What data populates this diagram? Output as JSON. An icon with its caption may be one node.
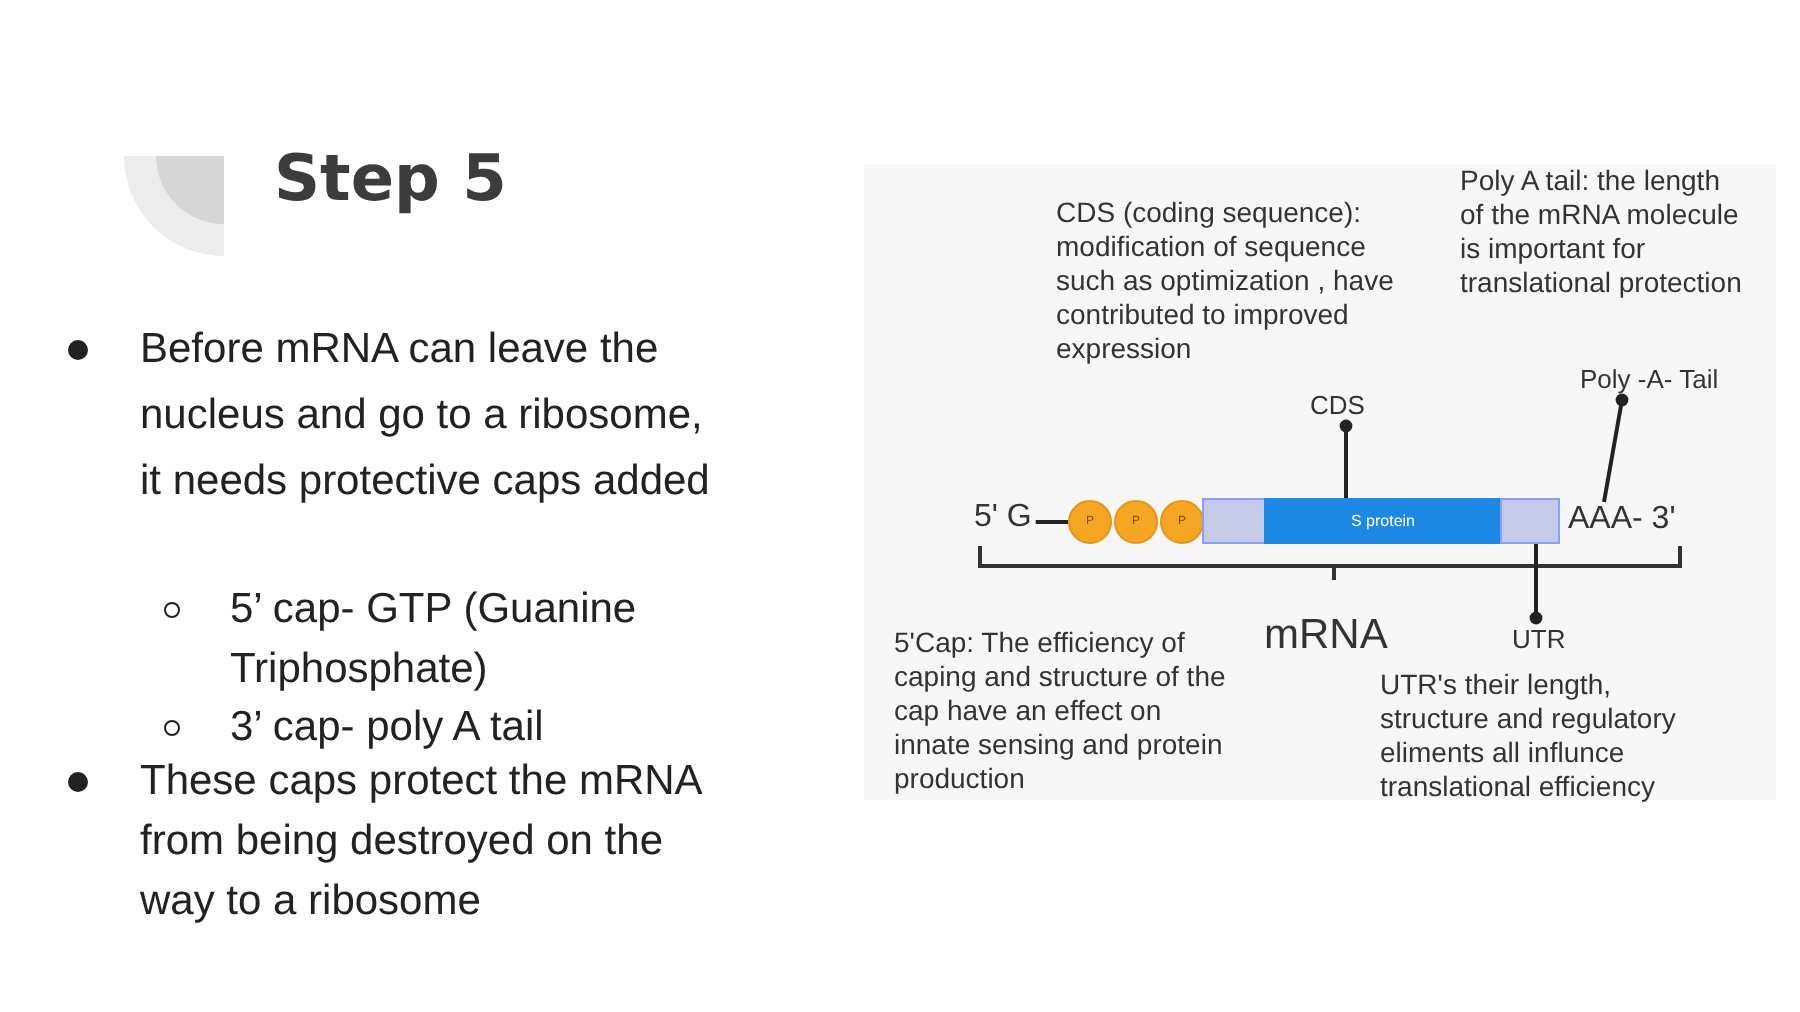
{
  "diagram": {
    "title": "Step 5",
    "nodes": [
      {
        "text": [
          "CDS"
        ]
      },
      {
        "text": [
          "Poly -A- Tail"
        ]
      },
      {
        "text": [
          "5' G"
        ]
      },
      {
        "text": [
          "P"
        ]
      },
      {
        "text": [
          "P"
        ]
      },
      {
        "text": [
          "P"
        ]
      },
      {
        "text": [],
        "shape": "box"
      },
      {
        "text": [
          "S protein"
        ]
      },
      {
        "text": [],
        "shape": "box"
      },
      {
        "text": [
          "AAA- 3'"
        ]
      },
      {
        "text": [
          "UTR"
        ]
      }
    ],
    "edges": [
      {
        "from": 0,
        "to": 7,
        "arrow": "other"
      },
      {
        "from": 1,
        "to": 9,
        "arrow": "other"
      },
      {
        "from": 2,
        "to": 3,
        "arrow": "none"
      },
      {
        "from": 10,
        "to": 8,
        "arrow": "other"
      }
    ],
    "labels": [
      "Before mRNA can leave the nucleus and go to a ribosome, it needs protective caps added",
      "5’ cap- GTP (Guanine Triphosphate)",
      "3’ cap-  poly A tail",
      "These caps protect the mRNA from being destroyed on the way to a ribosome",
      "CDS (coding sequence): modification of sequence such as optimization , have contributed to improved expression",
      "Poly A tail: the length of the mRNA molecule is important for translational protection",
      "5'Cap: The efficiency of caping and structure of the cap have an effect on innate sensing and protein production",
      "mRNA",
      "UTR's  their length, structure and regulatory eliments all influnce translational efficiency"
    ]
  }
}
